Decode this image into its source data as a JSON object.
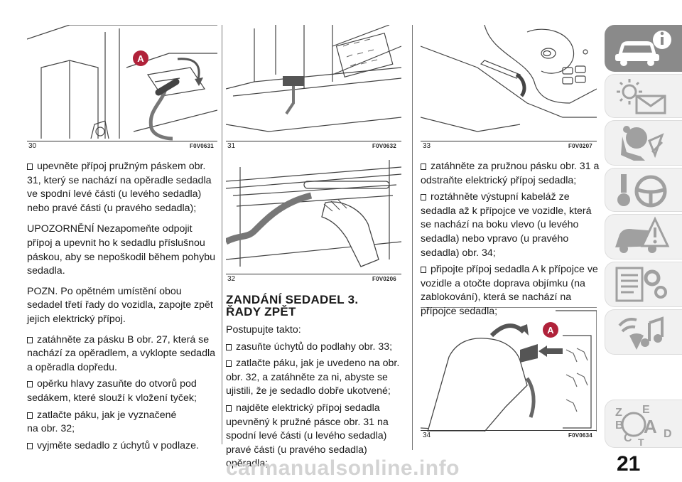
{
  "figures": [
    {
      "num": "30",
      "code": "F0V0631",
      "label_a": "A"
    },
    {
      "num": "31",
      "code": "F0V0632"
    },
    {
      "num": "32",
      "code": "F0V0206"
    },
    {
      "num": "33",
      "code": "F0V0207"
    },
    {
      "num": "34",
      "code": "F0V0634",
      "label_a": "A"
    }
  ],
  "col1": {
    "b1": "upevněte přípoj pružným páskem obr. 31, který se nachází na opěradle sedadla ve spodní levé části (u levého sedadla) nebo pravé části (u pravého sedadla);",
    "warning": "UPOZORNĚNÍ Nezapomeňte odpojit přípoj a upevnit ho k sedadlu příslušnou páskou, aby se nepoškodil během pohybu sedadla.",
    "note": "POZN. Po opětném umístění obou sedadel třetí řady do vozidla, zapojte zpět jejich elektrický přípoj.",
    "b2": "zatáhněte za pásku B obr. 27, která se nachází za opěradlem, a vyklopte sedadla a opěradla dopředu.",
    "b3": "opěrku hlavy zasuňte do otvorů pod sedákem, které slouží k vložení tyček;",
    "b4_line1": "zatlačte páku, jak je vyznačené",
    "b4_line2": "na obr. 32;",
    "b5": "vyjměte sedadlo z úchytů v podlaze."
  },
  "col2": {
    "heading_line1": "ZANDÁNÍ SEDADEL 3.",
    "heading_line2": "ŘADY ZPĚT",
    "intro": "Postupujte takto:",
    "b1": "zasuňte úchytů do podlahy obr. 33;",
    "b2": "zatlačte páku, jak je uvedeno na obr. obr. 32, a zatáhněte za ni, abyste se ujistili, že je sedadlo dobře ukotvené;",
    "b3": "najděte elektrický přípoj sedadla upevněný k pružné pásce obr. 31 na spodní levé části (u levého sedadla) pravé části (u pravého sedadla) opěradla;"
  },
  "col3": {
    "b1": "zatáhněte za pružnou pásku obr. 31 a odstraňte elektrický přípoj sedadla;",
    "b2": "roztáhněte výstupní kabeláž ze sedadla až k přípojce ve vozidle, která se nachází na boku vlevo (u levého sedadla) nebo vpravo (u pravého sedadla) obr. 34;",
    "b3": "připojte přípoj sedadla A k přípojce ve vozidle a otočte doprava objímku (na zablokování), která se nachází na přípojce sedadla;"
  },
  "sidebar": {
    "items": [
      {
        "icon": "car-info-icon",
        "active": true
      },
      {
        "icon": "warning-lights-icon",
        "active": false
      },
      {
        "icon": "airbag-person-icon",
        "active": false
      },
      {
        "icon": "key-steering-wheel-icon",
        "active": false
      },
      {
        "icon": "car-breakdown-icon",
        "active": false
      },
      {
        "icon": "maintenance-gears-icon",
        "active": false
      },
      {
        "icon": "multimedia-icon",
        "active": false
      },
      {
        "icon": "alphabetical-index-icon",
        "active": false
      }
    ],
    "index_letters": [
      "Z",
      "E",
      "B",
      "A",
      "C",
      "D",
      "T"
    ]
  },
  "page_number": "21",
  "watermark": "carmanualsonline.info",
  "colors": {
    "sidebar_active": "#8a8a8a",
    "sidebar_inactive": "#f1f1f1",
    "sidebar_icon": "#a0a0a0",
    "label_a": "#b0223a"
  }
}
